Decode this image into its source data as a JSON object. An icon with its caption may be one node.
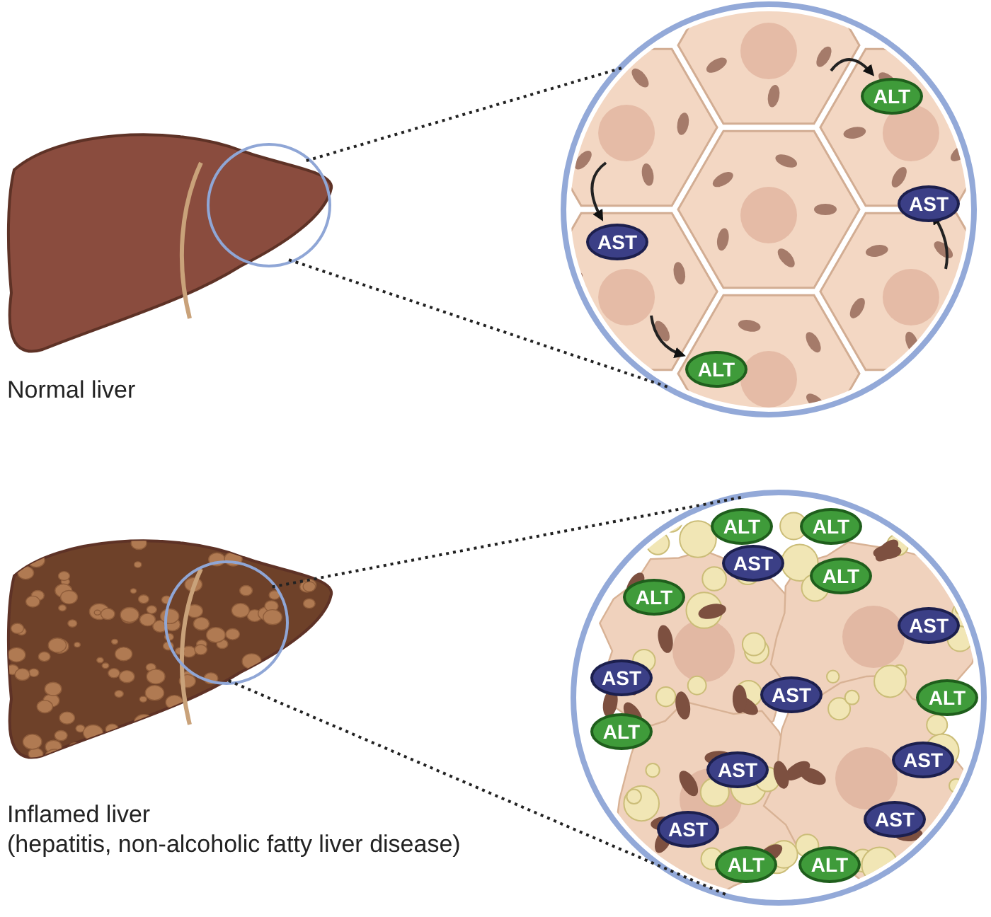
{
  "diagram": {
    "nodes": [
      {
        "text": [],
        "shape": "picture",
        "beside": [
          "Normal liver"
        ]
      },
      {
        "text": [],
        "shape": "circle",
        "in": 0
      },
      {
        "text": [],
        "shape": "circle"
      },
      {
        "text": [
          "ALT"
        ],
        "in": 2
      },
      {
        "text": [
          "AST"
        ],
        "in": 2
      },
      {
        "text": [
          "AST"
        ],
        "in": 2
      },
      {
        "text": [
          "ALT"
        ],
        "in": 2
      },
      {
        "text": [],
        "shape": "picture",
        "beside": [
          "Inflamed liver",
          "(hepatitis, non-alcoholic fatty liver disease)"
        ]
      },
      {
        "text": [],
        "shape": "circle",
        "in": 7
      },
      {
        "text": [],
        "shape": "circle"
      },
      {
        "text": [
          "ALT"
        ],
        "in": 9
      },
      {
        "text": [
          "ALT"
        ],
        "in": 9
      },
      {
        "text": [
          "AST"
        ],
        "in": 9
      },
      {
        "text": [
          "ALT"
        ],
        "in": 9
      },
      {
        "text": [
          "ALT"
        ],
        "in": 9
      },
      {
        "text": [
          "AST"
        ],
        "in": 9
      },
      {
        "text": [
          "AST"
        ],
        "in": 9
      },
      {
        "text": [
          "AST"
        ],
        "in": 9
      },
      {
        "text": [
          "ALT"
        ],
        "in": 9
      },
      {
        "text": [
          "ALT"
        ],
        "in": 9
      },
      {
        "text": [
          "AST"
        ],
        "in": 9
      },
      {
        "text": [
          "AST"
        ],
        "in": 9
      },
      {
        "text": [
          "AST"
        ],
        "in": 9
      },
      {
        "text": [
          "AST"
        ],
        "in": 9
      },
      {
        "text": [
          "ALT"
        ],
        "in": 9
      },
      {
        "text": [
          "ALT"
        ],
        "in": 9
      }
    ],
    "edges": [
      {
        "from": 1,
        "to": 2,
        "arrow": "none",
        "style": "dashed"
      },
      {
        "from": 1,
        "to": 2,
        "arrow": "none",
        "style": "dashed"
      },
      {
        "from": null,
        "to": 3,
        "arrow": "to"
      },
      {
        "from": null,
        "to": 4,
        "arrow": "to"
      },
      {
        "from": null,
        "to": 5,
        "arrow": "to"
      },
      {
        "from": null,
        "to": 6,
        "arrow": "to"
      },
      {
        "from": 8,
        "to": 9,
        "arrow": "none",
        "style": "dashed"
      },
      {
        "from": 8,
        "to": 9,
        "arrow": "none",
        "style": "dashed"
      }
    ]
  }
}
